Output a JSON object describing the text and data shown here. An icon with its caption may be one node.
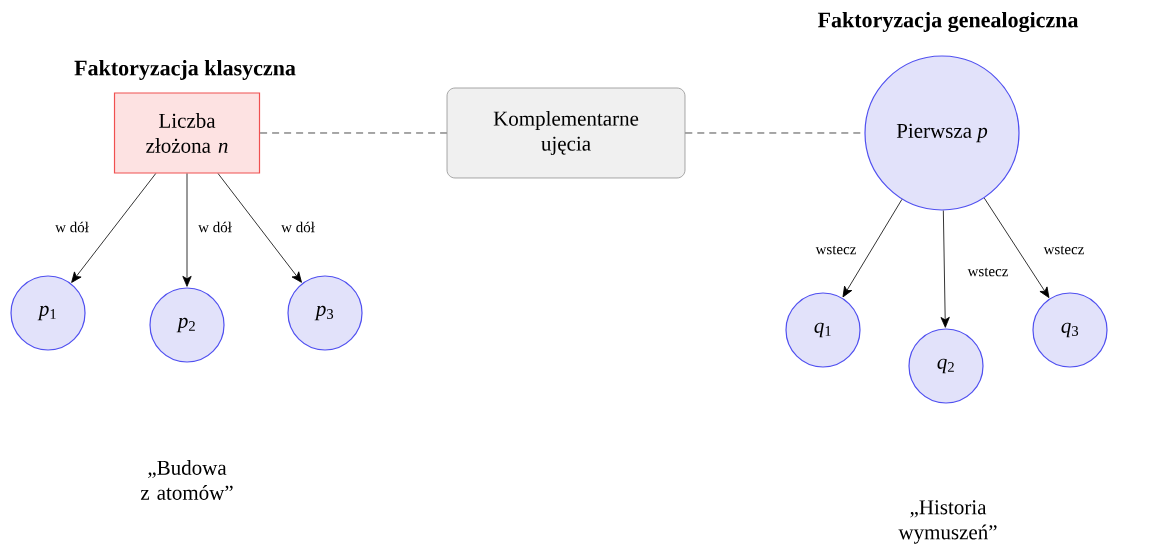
{
  "diagram": {
    "nodes": [
      {
        "text": [
          "Liczba złożona *n*"
        ],
        "beside": [
          "Faktoryzacja klasyczna"
        ]
      },
      {
        "text": [
          "Komplementarne ujęcia"
        ]
      },
      {
        "text": [
          "Pierwsza *p*"
        ],
        "beside": [
          "Faktoryzacja genealogiczna"
        ]
      },
      {
        "text": [
          "*p*$_{1}$"
        ]
      },
      {
        "text": [
          "*p*$_{2}$"
        ]
      },
      {
        "text": [
          "*p*$_{3}$"
        ]
      },
      {
        "text": [
          "*q*$_{1}$"
        ]
      },
      {
        "text": [
          "*q*$_{2}$"
        ]
      },
      {
        "text": [
          "*q*$_{3}$"
        ]
      }
    ],
    "edges": [
      {
        "from": 0,
        "to": 3,
        "arrow": "to",
        "label": "w dół"
      },
      {
        "from": 0,
        "to": 4,
        "arrow": "to",
        "label": "w dół"
      },
      {
        "from": 0,
        "to": 5,
        "arrow": "to",
        "label": "w dół"
      },
      {
        "from": 2,
        "to": 6,
        "arrow": "to",
        "label": "wstecz"
      },
      {
        "from": 2,
        "to": 7,
        "arrow": "to",
        "label": "wstecz"
      },
      {
        "from": 2,
        "to": 8,
        "arrow": "to",
        "label": "wstecz"
      },
      {
        "from": 0,
        "to": 1,
        "arrow": "none",
        "style": "dashed"
      },
      {
        "from": 1,
        "to": 2,
        "arrow": "none",
        "style": "dashed"
      }
    ],
    "labels": [
      "„Budowa z atomów”",
      "„Historia wymuszeń”"
    ]
  }
}
